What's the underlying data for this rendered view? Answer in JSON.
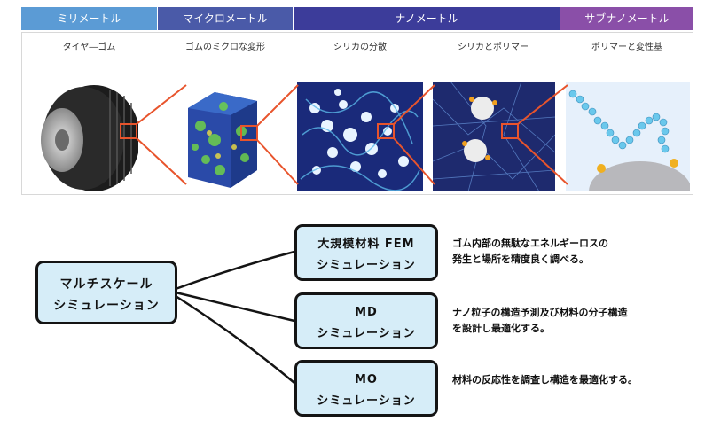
{
  "scales": [
    {
      "label": "ミリメートル",
      "color": "#5b9bd5"
    },
    {
      "label": "マイクロメートル",
      "color": "#4a5aa8"
    },
    {
      "label": "ナノメートル",
      "color": "#3c3c9a"
    },
    {
      "label": "サブナノメートル",
      "color": "#8a4fa8"
    }
  ],
  "sub_labels": [
    "タイヤ―ゴム",
    "ゴムのミクロな変形",
    "シリカの分散",
    "シリカとポリマー",
    "ポリマーと変性基"
  ],
  "main_box": {
    "line1": "マルチスケール",
    "line2": "シミュレーション"
  },
  "sim_boxes": [
    {
      "line1": "大規模材料 FEM",
      "line2": "シミュレーション",
      "desc1": "ゴム内部の無駄なエネルギーロスの",
      "desc2": "発生と場所を精度良く調べる。"
    },
    {
      "line1": "MD",
      "line2": "シミュレーション",
      "desc1": "ナノ粒子の構造予測及び材料の分子構造",
      "desc2": "を設計し最適化する。"
    },
    {
      "line1": "MO",
      "line2": "シミュレーション",
      "desc1": "材料の反応性を調査し構造を最適化する。",
      "desc2": ""
    }
  ],
  "colors": {
    "box_fill": "#d6edf8",
    "zoom_line": "#e8542c",
    "box_border": "#141414"
  }
}
